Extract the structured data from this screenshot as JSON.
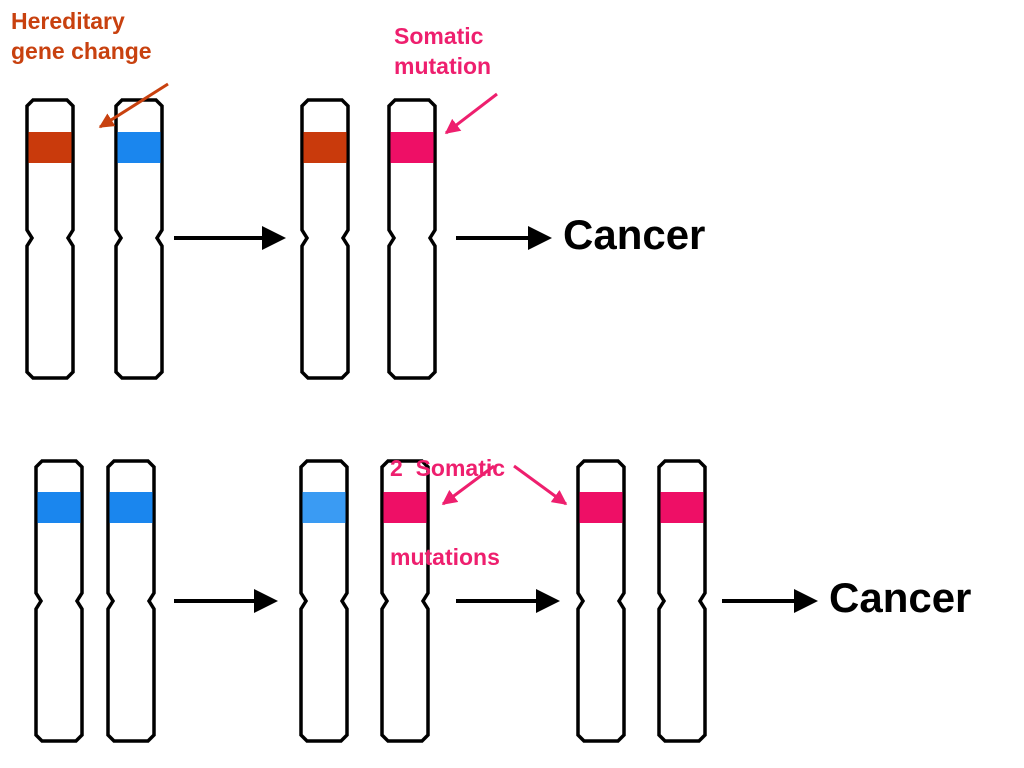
{
  "labels": {
    "hereditary_line1": "Hereditary",
    "hereditary_line2": "gene change",
    "somatic_line1": "Somatic",
    "somatic_line2": "mutation",
    "two_somatic_line1": "2  Somatic",
    "two_somatic_line2": "mutations",
    "cancer_top": "Cancer",
    "cancer_bottom": "Cancer"
  },
  "colors": {
    "hereditary_band": "#c93a0c",
    "normal_band": "#1a86ee",
    "normal_band_light": "#3a9bf3",
    "somatic_band": "#ee0f66",
    "hereditary_text": "#c8410f",
    "somatic_text": "#ee1f6e",
    "outline": "#000000"
  },
  "rows": [
    {
      "name": "hereditary-pathway",
      "stages": [
        {
          "name": "inherited-pair",
          "chromosomes": [
            "hereditary",
            "normal"
          ]
        },
        {
          "name": "after-somatic-mutation",
          "chromosomes": [
            "hereditary",
            "somatic"
          ]
        }
      ],
      "outcome": "cancer"
    },
    {
      "name": "sporadic-pathway",
      "stages": [
        {
          "name": "normal-pair",
          "chromosomes": [
            "normal",
            "normal"
          ]
        },
        {
          "name": "first-somatic-mutation",
          "chromosomes": [
            "normal_light",
            "somatic"
          ]
        },
        {
          "name": "second-somatic-mutation",
          "chromosomes": [
            "somatic",
            "somatic"
          ]
        }
      ],
      "outcome": "cancer"
    }
  ]
}
